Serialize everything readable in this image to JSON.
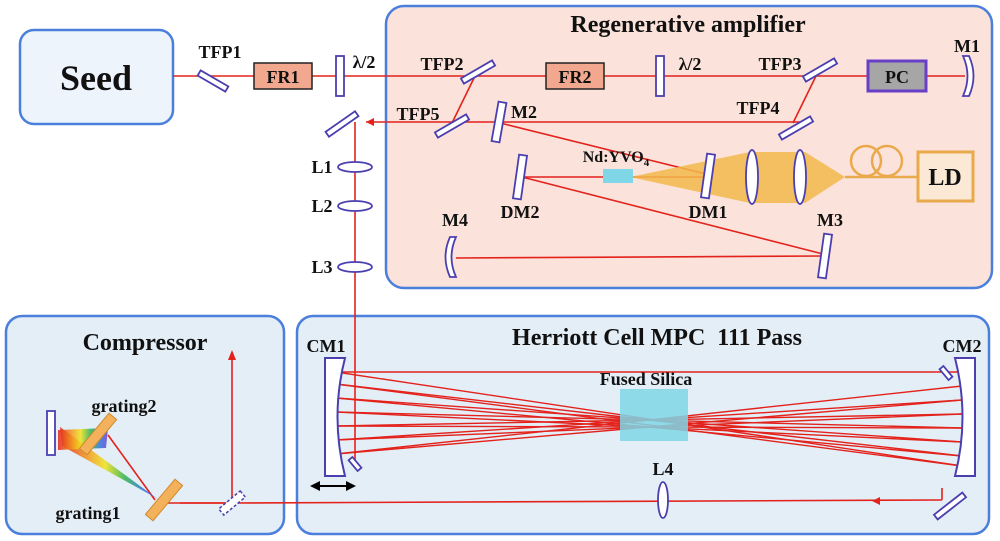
{
  "panels": {
    "seed": "Seed",
    "regen": "Regenerative amplifier",
    "compressor": "Compressor",
    "mpc": "Herriott Cell MPC  111 Pass"
  },
  "labels": {
    "tfp1": "TFP1",
    "tfp2": "TFP2",
    "tfp3": "TFP3",
    "tfp4": "TFP4",
    "tfp5": "TFP5",
    "fr1": "FR1",
    "fr2": "FR2",
    "hwp1": "λ/2",
    "hwp2": "λ/2",
    "pc": "PC",
    "m1": "M1",
    "m2": "M2",
    "m3": "M3",
    "m4": "M4",
    "dm1": "DM1",
    "dm2": "DM2",
    "crystal_prefix": "Nd:YVO",
    "crystal_sub": "4",
    "ld": "LD",
    "l1": "L1",
    "l2": "L2",
    "l3": "L3",
    "l4": "L4",
    "cm1": "CM1",
    "cm2": "CM2",
    "fused_silica": "Fused Silica",
    "grating1": "grating1",
    "grating2": "grating2"
  },
  "colors": {
    "panel_border": "#4a7fdc",
    "seed_fill": "#eef4fb",
    "regen_fill": "#fbe2da",
    "lower_fill": "#e4eef7",
    "beam": "#e3221c",
    "faraday_fill": "#f2a78f",
    "pc_fill": "#a6a6a6",
    "pc_border": "#6a3fc8",
    "ld_fill": "#fbe9d5",
    "ld_border": "#eaa94a",
    "pump": "#f2b84a",
    "crystal": "#7fd6e6",
    "grating": "#f2b15a"
  }
}
